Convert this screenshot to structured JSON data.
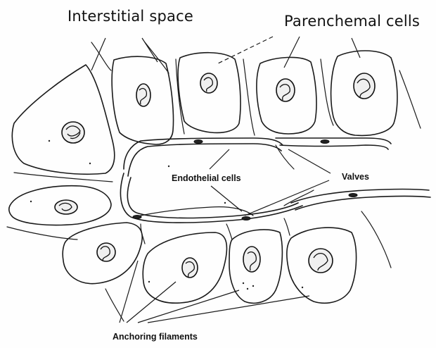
{
  "labels": {
    "interstitial_space": "Interstitial space",
    "parenchemal_cells": "Parenchemal cells",
    "endothelial_cells": "Endothelial cells",
    "valves": "Valves",
    "anchoring_filaments": "Anchoring filaments"
  }
}
